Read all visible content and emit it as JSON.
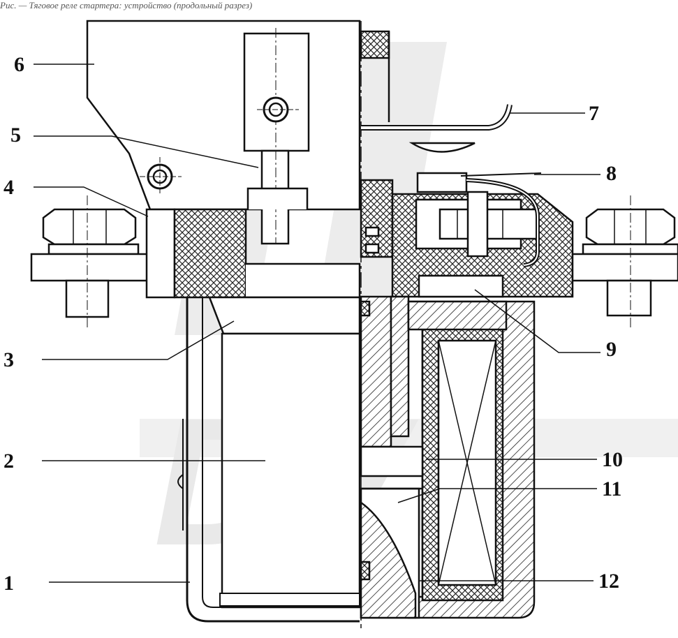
{
  "caption": "Рис. — Тяговое реле стартера: устройство (продольный разрез)",
  "watermark": "DVS",
  "labels": [
    "1",
    "2",
    "3",
    "4",
    "5",
    "6",
    "7",
    "8",
    "9",
    "10",
    "11",
    "12"
  ]
}
